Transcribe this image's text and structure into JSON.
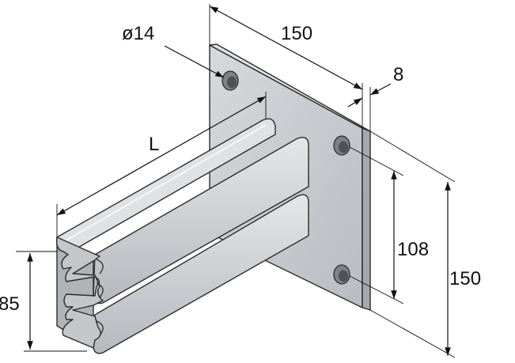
{
  "dimensions": {
    "hole_diameter": "ø14",
    "plate_width": "150",
    "plate_thickness": "8",
    "arm_length": "L",
    "hole_spacing": "108",
    "plate_height": "150",
    "profile_height": "85"
  },
  "colors": {
    "plate_face": "#c9cdd0",
    "plate_edge": "#a4a9ad",
    "rail_top": "#dfe2e4",
    "rail_face": "#c3c7ca",
    "rail_shadow": "#9ca1a5",
    "line": "#111111"
  }
}
